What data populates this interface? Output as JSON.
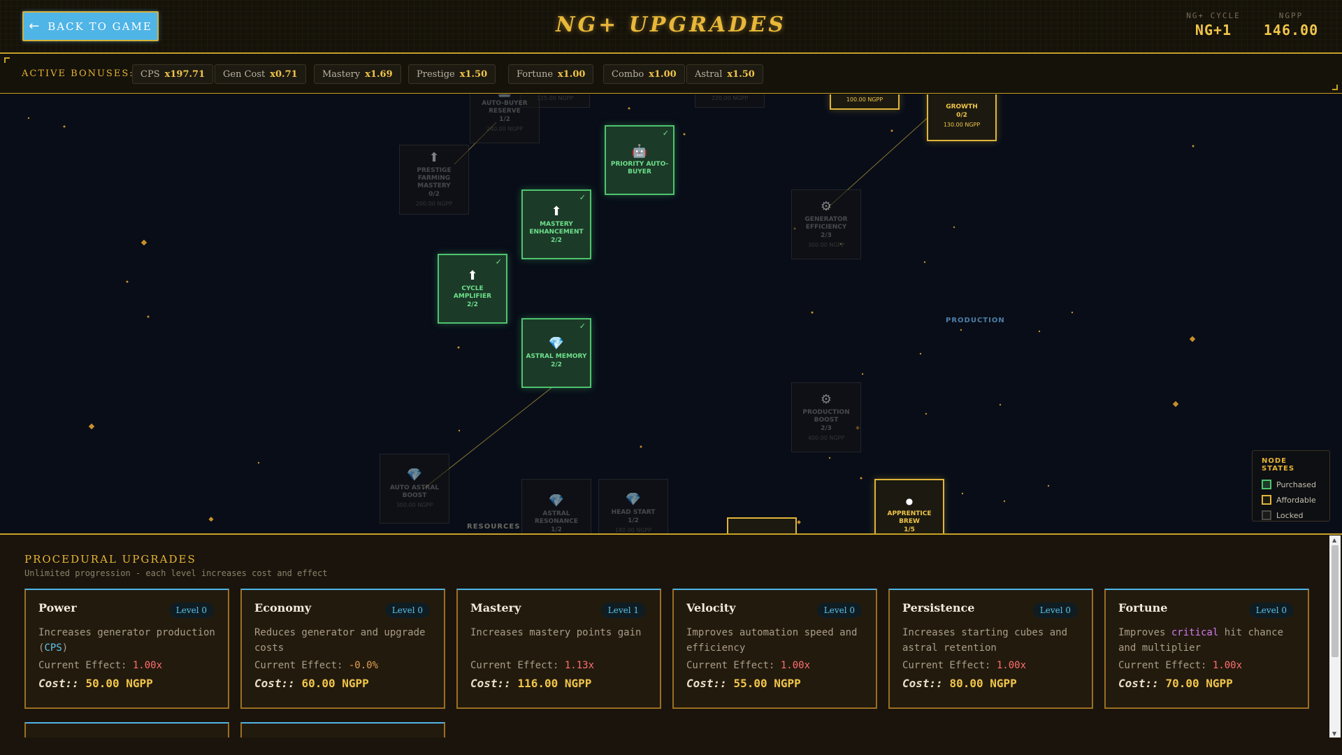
{
  "header": {
    "back_label": "BACK TO GAME",
    "title": "NG+ UPGRADES",
    "cycle_label": "NG+ CYCLE",
    "cycle_value": "NG+1",
    "ngpp_label": "NGPP",
    "ngpp_value": "146.00"
  },
  "bonuses": {
    "label": "ACTIVE BONUSES:",
    "items": [
      {
        "name": "CPS",
        "value": "x197.71"
      },
      {
        "name": "Gen Cost",
        "value": "x0.71"
      },
      {
        "name": "Mastery",
        "value": "x1.69"
      },
      {
        "name": "Prestige",
        "value": "x1.50"
      },
      {
        "name": "Fortune",
        "value": "x1.00"
      },
      {
        "name": "Combo",
        "value": "x1.00"
      },
      {
        "name": "Astral",
        "value": "x1.50"
      }
    ]
  },
  "tree": {
    "regions": {
      "production": "PRODUCTION",
      "resources": "RESOURCES"
    },
    "nodes": [
      {
        "id": "auto-buyer-reserve",
        "name": "AUTO-BUYER RESERVE",
        "level": "1/2",
        "cost": "240.00 NGPP",
        "state": "locked",
        "icon": "robot-icon"
      },
      {
        "id": "prestige-farming-mastery",
        "name": "PRESTIGE FARMING MASTERY",
        "level": "0/2",
        "cost": "200.00 NGPP",
        "state": "locked",
        "icon": "arrow-up-icon"
      },
      {
        "id": "priority-auto-buyer",
        "name": "PRIORITY AUTO-BUYER",
        "level": "",
        "cost": "",
        "state": "purchased",
        "icon": "robot-icon"
      },
      {
        "id": "mastery-enhancement",
        "name": "MASTERY ENHANCEMENT",
        "level": "2/2",
        "cost": "",
        "state": "purchased",
        "icon": "arrow-up-icon"
      },
      {
        "id": "cycle-amplifier",
        "name": "CYCLE AMPLIFIER",
        "level": "2/2",
        "cost": "",
        "state": "purchased",
        "icon": "arrow-up-icon"
      },
      {
        "id": "astral-memory",
        "name": "ASTRAL MEMORY",
        "level": "2/2",
        "cost": "",
        "state": "purchased",
        "icon": "gem-icon"
      },
      {
        "id": "auto-astral-boost",
        "name": "AUTO ASTRAL BOOST",
        "level": "",
        "cost": "300.00 NGPP",
        "state": "locked",
        "icon": "gem-icon"
      },
      {
        "id": "astral-resonance",
        "name": "ASTRAL RESONANCE",
        "level": "1/2",
        "cost": "",
        "state": "locked",
        "icon": "gem-icon"
      },
      {
        "id": "head-start",
        "name": "HEAD START",
        "level": "1/2",
        "cost": "180.00 NGPP",
        "state": "locked",
        "icon": "gem-icon"
      },
      {
        "id": "generator-efficiency",
        "name": "GENERATOR EFFICIENCY",
        "level": "2/3",
        "cost": "300.00 NGPP",
        "state": "locked",
        "icon": "gear-icon"
      },
      {
        "id": "production-boost",
        "name": "PRODUCTION BOOST",
        "level": "2/3",
        "cost": "400.00 NGPP",
        "state": "locked",
        "icon": "gear-icon"
      },
      {
        "id": "growth",
        "name": "GROWTH",
        "level": "0/2",
        "cost": "130.00 NGPP",
        "state": "affordable",
        "icon": ""
      },
      {
        "id": "apprentice-brew",
        "name": "APPRENTICE BREW",
        "level": "1/5",
        "cost": "",
        "state": "affordable",
        "icon": "dot-icon"
      }
    ],
    "partial_costs": [
      "125.00 NGPP",
      "220.00 NGPP",
      "100.00 NGPP"
    ],
    "legend": {
      "title": "NODE STATES",
      "items": [
        {
          "label": "Purchased",
          "color": "#4ec46f"
        },
        {
          "label": "Affordable",
          "color": "#e1b53a"
        },
        {
          "label": "Locked",
          "color": "#4a4a46"
        }
      ]
    }
  },
  "procedural": {
    "title": "PROCEDURAL UPGRADES",
    "subtitle": "Unlimited progression - each level increases cost and effect",
    "effect_label": "Current Effect:",
    "cost_label": "Cost::",
    "cards": [
      {
        "name": "Power",
        "level": "Level 0",
        "desc_a": "Increases generator production (",
        "desc_hl": "CPS",
        "desc_b": ")",
        "effect": "1.00x",
        "cost": "50.00 NGPP"
      },
      {
        "name": "Economy",
        "level": "Level 0",
        "desc_a": "Reduces generator and upgrade costs",
        "desc_hl": "",
        "desc_b": "",
        "effect": "-0.0%",
        "cost": "60.00 NGPP"
      },
      {
        "name": "Mastery",
        "level": "Level 1",
        "desc_a": "Increases mastery points gain",
        "desc_hl": "",
        "desc_b": "",
        "effect": "1.13x",
        "cost": "116.00 NGPP"
      },
      {
        "name": "Velocity",
        "level": "Level 0",
        "desc_a": "Improves automation speed and efficiency",
        "desc_hl": "",
        "desc_b": "",
        "effect": "1.00x",
        "cost": "55.00 NGPP"
      },
      {
        "name": "Persistence",
        "level": "Level 0",
        "desc_a": "Increases starting cubes and astral retention",
        "desc_hl": "",
        "desc_b": "",
        "effect": "1.00x",
        "cost": "80.00 NGPP"
      },
      {
        "name": "Fortune",
        "level": "Level 0",
        "desc_a": "Improves ",
        "desc_hl": "critical",
        "desc_b": " hit chance and multiplier",
        "effect": "1.00x",
        "cost": "70.00 NGPP"
      }
    ]
  }
}
